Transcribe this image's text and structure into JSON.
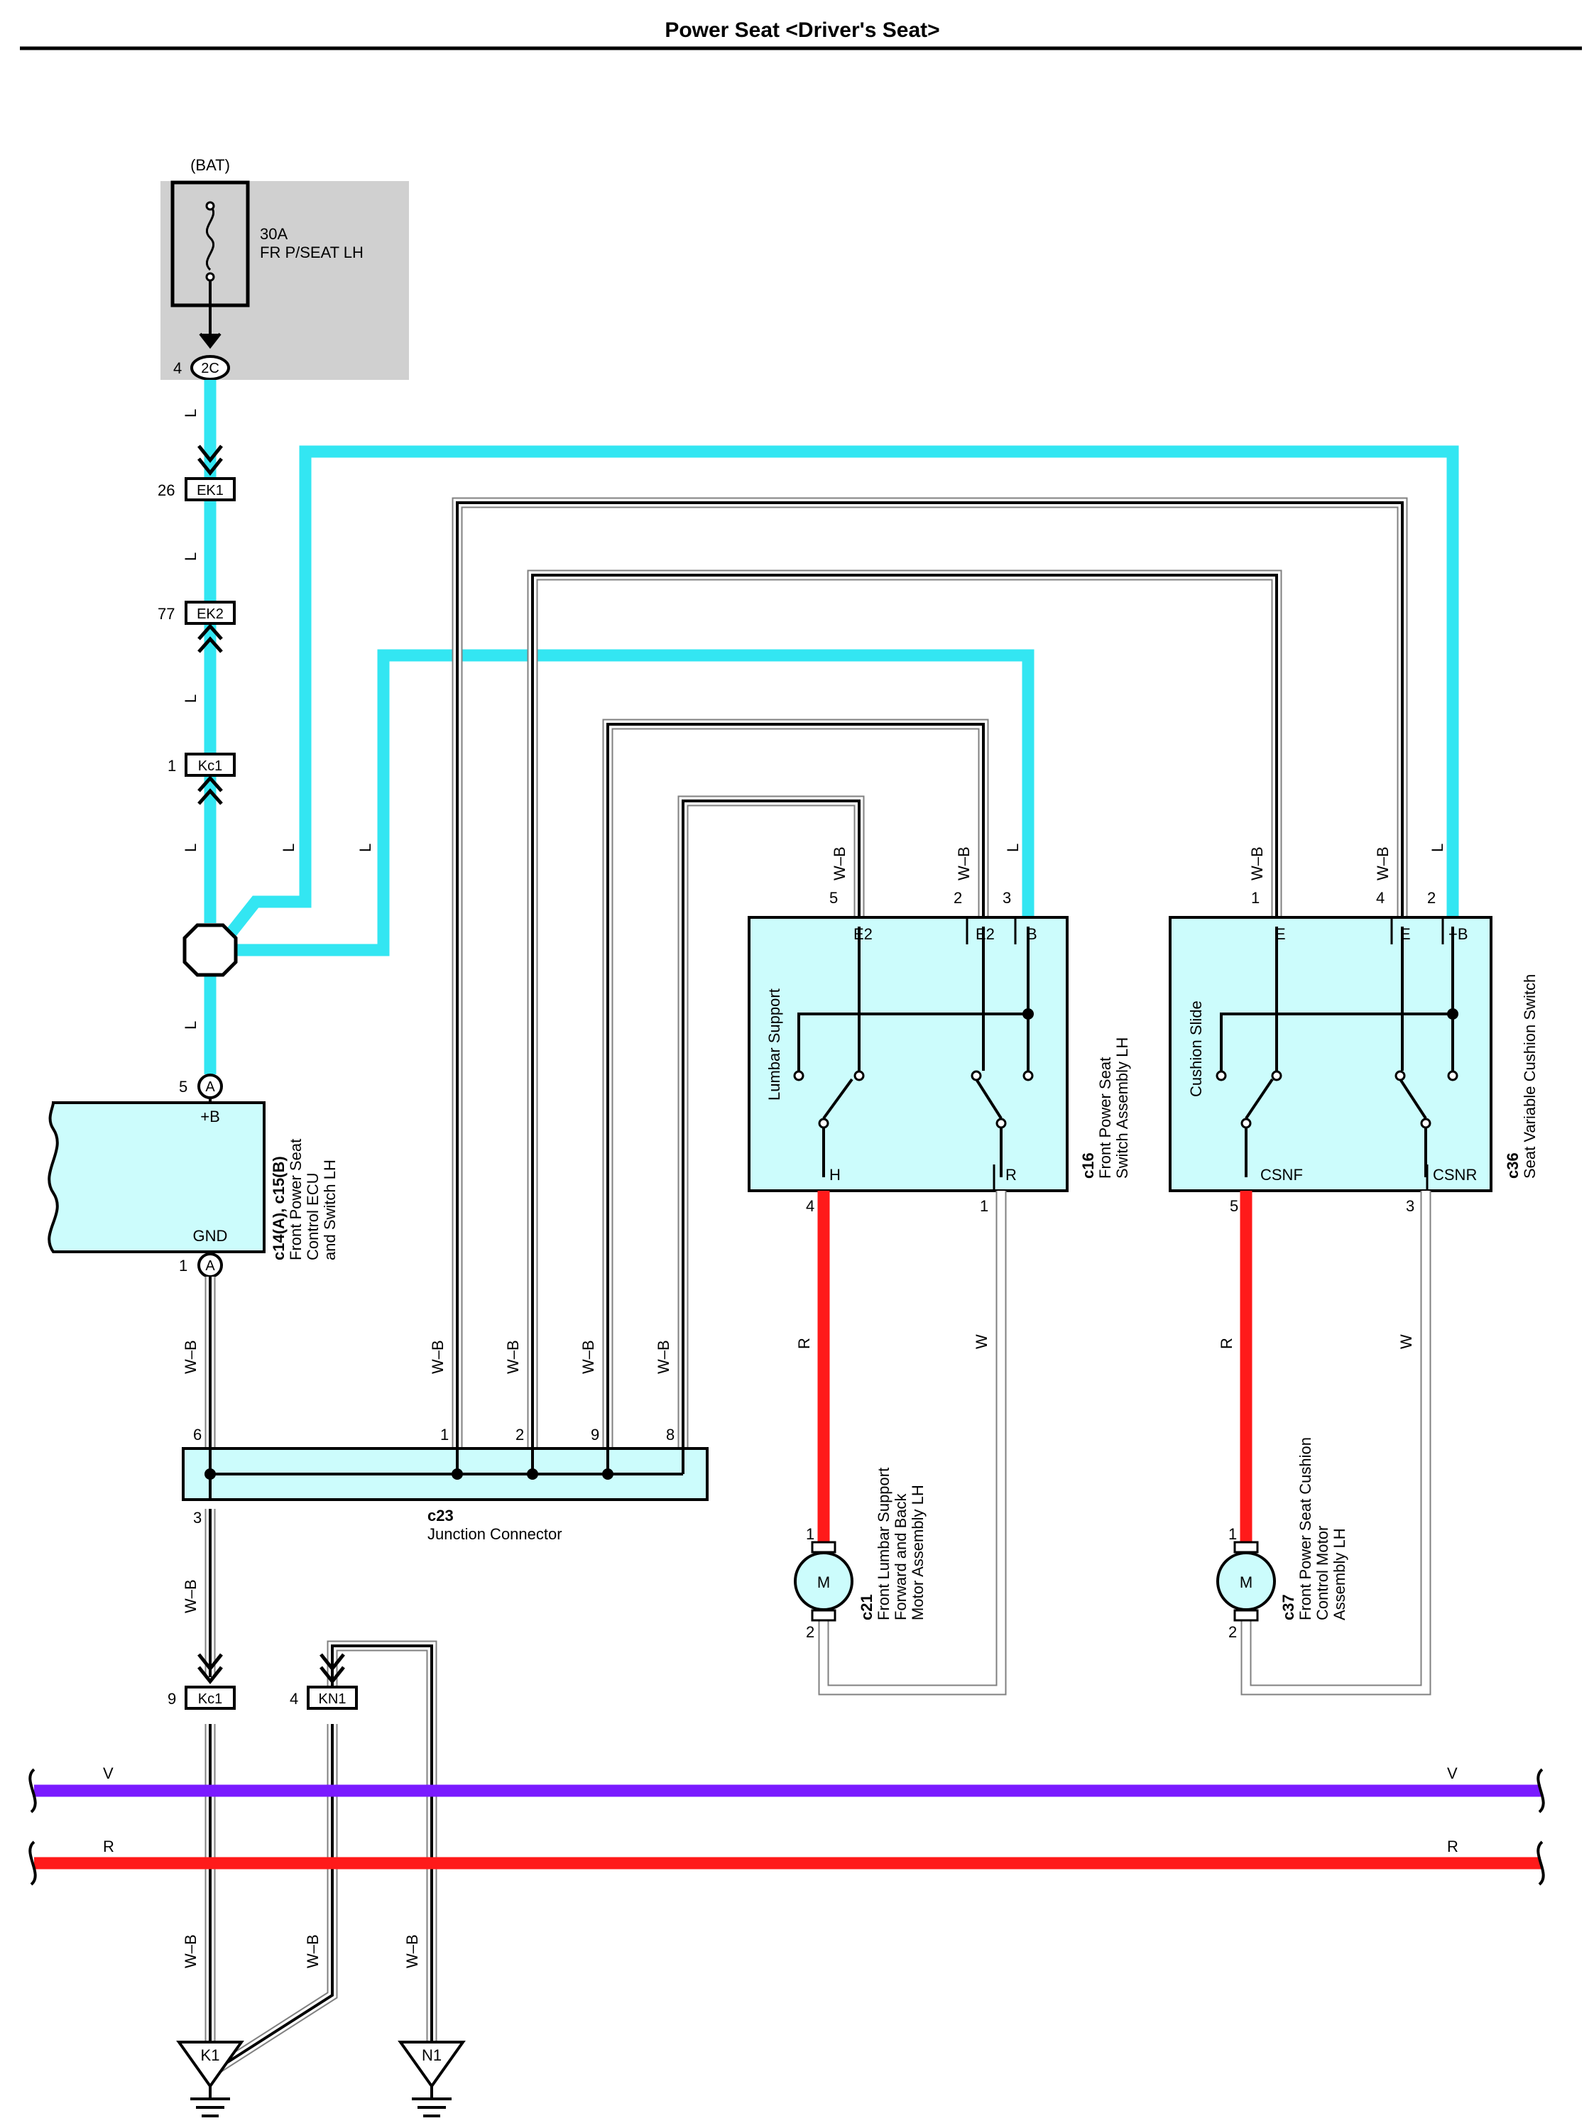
{
  "title": "Power Seat <Driver's Seat>",
  "colors": {
    "wire_L": "#33e6f2",
    "wire_R": "#ff1a1a",
    "wire_V": "#7a1aff",
    "component_fill": "#ccfcfc",
    "fuse_box_fill": "#d0d0d0",
    "wire_WB_core": "#000000"
  },
  "fuse": {
    "source": "(BAT)",
    "rating": "30A",
    "name": "FR P/SEAT LH",
    "pin": "4",
    "connector": "2C"
  },
  "connectors": {
    "ek1": {
      "pin": "26",
      "name": "EK1"
    },
    "ek2": {
      "pin": "77",
      "name": "EK2"
    },
    "kc1_top": {
      "pin": "1",
      "name": "Kc1"
    },
    "kc1_bottom": {
      "pin": "9",
      "name": "Kc1"
    },
    "kn1": {
      "pin": "4",
      "name": "KN1"
    }
  },
  "wire_labels": {
    "L": "L",
    "WB": "W–B",
    "R": "R",
    "W": "W",
    "V": "V"
  },
  "ecu": {
    "pin_top": "5",
    "pin_top_conn": "A",
    "pin_bottom": "1",
    "pin_bottom_conn": "A",
    "plus_b": "+B",
    "gnd": "GND",
    "code": "c14(A), c15(B)",
    "name_line1": "Front Power Seat",
    "name_line2": "Control ECU",
    "name_line3": "and Switch LH"
  },
  "junction": {
    "code": "c23",
    "name": "Junction Connector",
    "pins": [
      "6",
      "1",
      "2",
      "9",
      "8",
      "3"
    ]
  },
  "switch_c16": {
    "code": "c16",
    "name_line1": "Front Power Seat",
    "name_line2": "Switch Assembly LH",
    "function": "Lumbar Support",
    "pins": [
      "5",
      "2",
      "3",
      "4",
      "1"
    ],
    "terminals": [
      "E2",
      "E2",
      "B",
      "H",
      "R"
    ]
  },
  "switch_c36": {
    "code": "c36",
    "name": "Seat Variable Cushion Switch",
    "function": "Cushion Slide",
    "pins": [
      "1",
      "4",
      "2",
      "5",
      "3"
    ],
    "terminals": [
      "E",
      "E",
      "+B",
      "CSNF",
      "CSNR"
    ]
  },
  "motor_c21": {
    "code": "c21",
    "name_line1": "Front Lumbar Support",
    "name_line2": "Forward and Back",
    "name_line3": "Motor Assembly LH",
    "pins": [
      "1",
      "2"
    ],
    "symbol": "M"
  },
  "motor_c37": {
    "code": "c37",
    "name_line1": "Front Power Seat Cushion",
    "name_line2": "Control Motor",
    "name_line3": "Assembly LH",
    "pins": [
      "1",
      "2"
    ],
    "symbol": "M"
  },
  "grounds": {
    "k1": "K1",
    "n1": "N1"
  }
}
